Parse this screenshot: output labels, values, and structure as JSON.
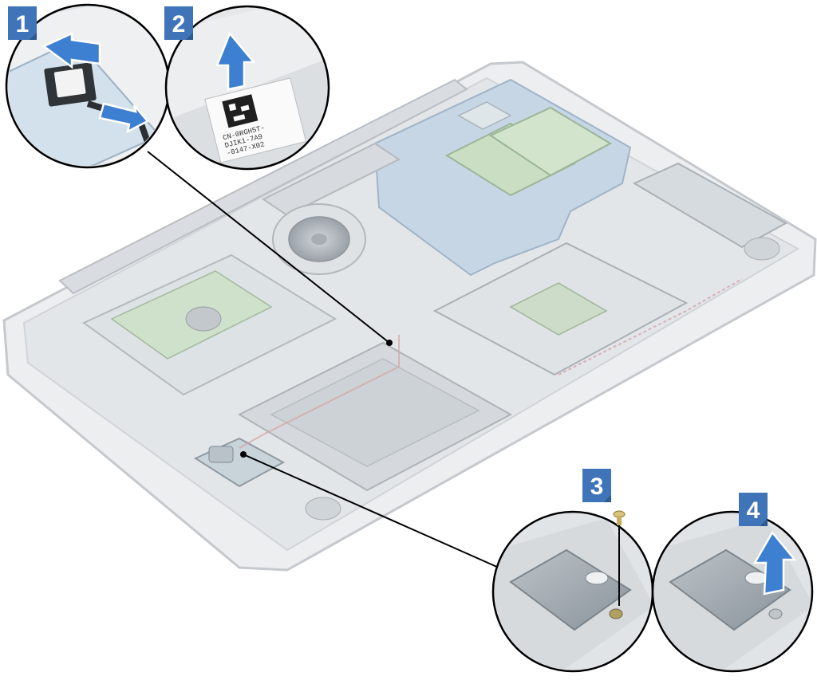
{
  "steps": [
    {
      "number": "1"
    },
    {
      "number": "2"
    },
    {
      "number": "3"
    },
    {
      "number": "4"
    }
  ],
  "label_text": [
    "CN-0RGH5T-",
    "DJIK1-7A9",
    "-0147-X02"
  ],
  "colors": {
    "badge": "#3f74b8",
    "badge_dark": "#2b5a95",
    "arrow": "#3d7fd0",
    "arrow_edge": "#ffffff",
    "chassis": "#e9ecee",
    "chassis_edge": "#c9cdd1",
    "board": "#c3d4e3",
    "leader_line": "#000000"
  },
  "icons": [
    "arrow-icon",
    "screw-icon",
    "fan-icon"
  ]
}
